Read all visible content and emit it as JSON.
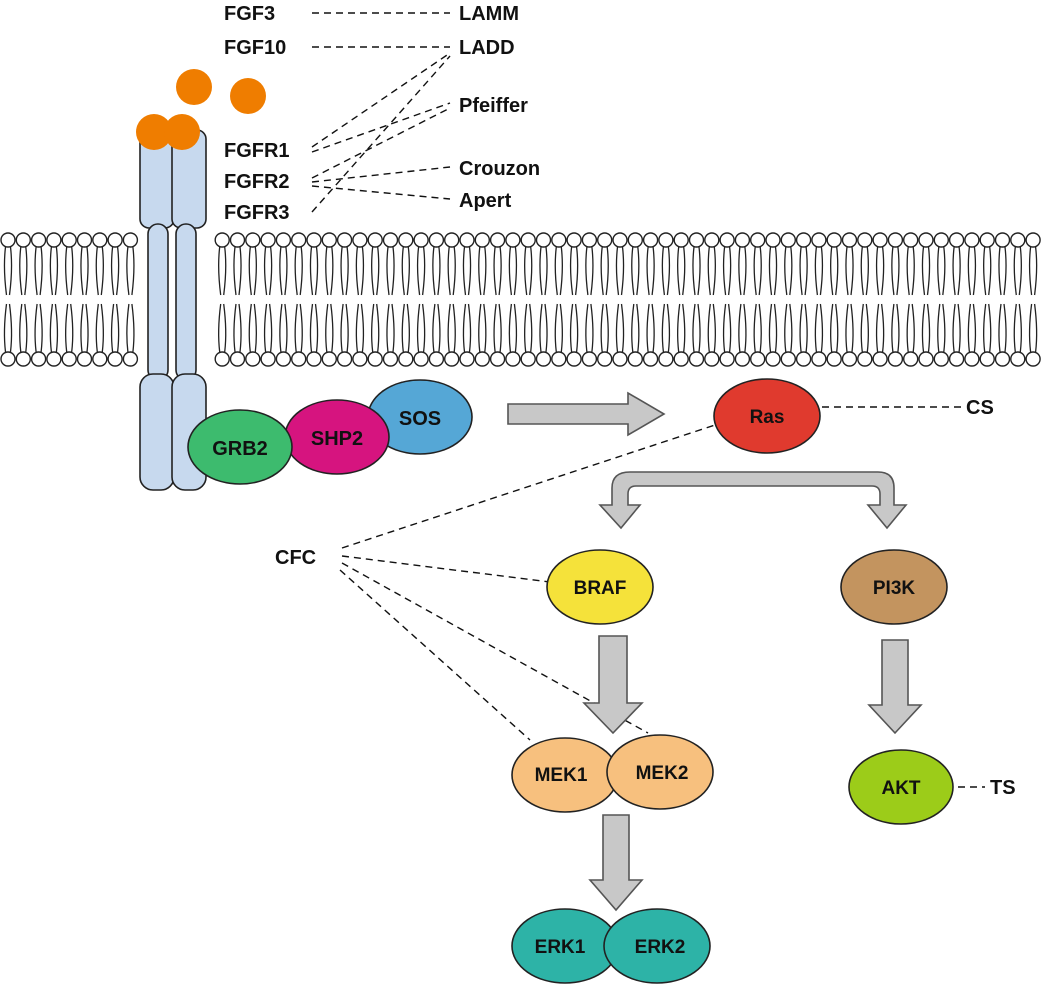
{
  "ligands": {
    "fgf3": "FGF3",
    "fgf10": "FGF10"
  },
  "receptors": {
    "fgfr1": "FGFR1",
    "fgfr2": "FGFR2",
    "fgfr3": "FGFR3"
  },
  "syndromes": {
    "lamm": "LAMM",
    "ladd": "LADD",
    "pfeiffer": "Pfeiffer",
    "crouzon": "Crouzon",
    "apert": "Apert",
    "cs": "CS",
    "cfc": "CFC",
    "ts": "TS"
  },
  "proteins": {
    "grb2": "GRB2",
    "shp2": "SHP2",
    "sos": "SOS",
    "ras": "Ras",
    "braf": "BRAF",
    "pi3k": "PI3K",
    "mek1": "MEK1",
    "mek2": "MEK2",
    "akt": "AKT",
    "erk1": "ERK1",
    "erk2": "ERK2"
  },
  "colors": {
    "ligand": "#ef7d00",
    "receptor": "#c7d9ee",
    "grb2": "#3dbb6e",
    "shp2": "#d6147f",
    "sos": "#55a7d6",
    "ras": "#e03a2e",
    "braf": "#f5e23a",
    "pi3k": "#c3945f",
    "mek": "#f7c07e",
    "akt": "#9ccc19",
    "erk": "#2db3a7",
    "arrow": "#c8c8c8"
  }
}
